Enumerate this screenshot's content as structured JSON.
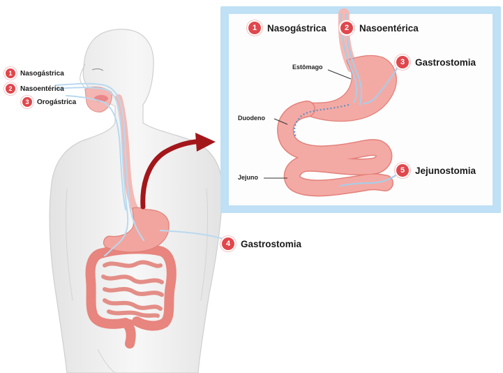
{
  "left_labels": [
    {
      "num": "1",
      "text": "Nasogástrica"
    },
    {
      "num": "2",
      "text": "Nasoentérica"
    },
    {
      "num": "3",
      "text": "Orogástrica"
    }
  ],
  "body_label": {
    "num": "4",
    "text": "Gastrostomia"
  },
  "inset": {
    "header": [
      {
        "num": "1",
        "text": "Nasogástrica"
      },
      {
        "num": "2",
        "text": "Nasoentérica"
      }
    ],
    "gastrostomy": {
      "num": "3",
      "text": "Gastrostomia"
    },
    "jejunostomy": {
      "num": "5",
      "text": "Jejunostomia"
    },
    "anatomy": {
      "stomach": "Estômago",
      "duodenum": "Duodeno",
      "jejunum": "Jejuno"
    }
  },
  "colors": {
    "badge": "#e0474c",
    "arrow": "#a3161a",
    "tube": "#b9d9ef",
    "stomach": "#f2a59f",
    "intestine": "#e7857e",
    "inset_border": "#bfe0f5",
    "inset_bg": "#e9f3fa"
  }
}
